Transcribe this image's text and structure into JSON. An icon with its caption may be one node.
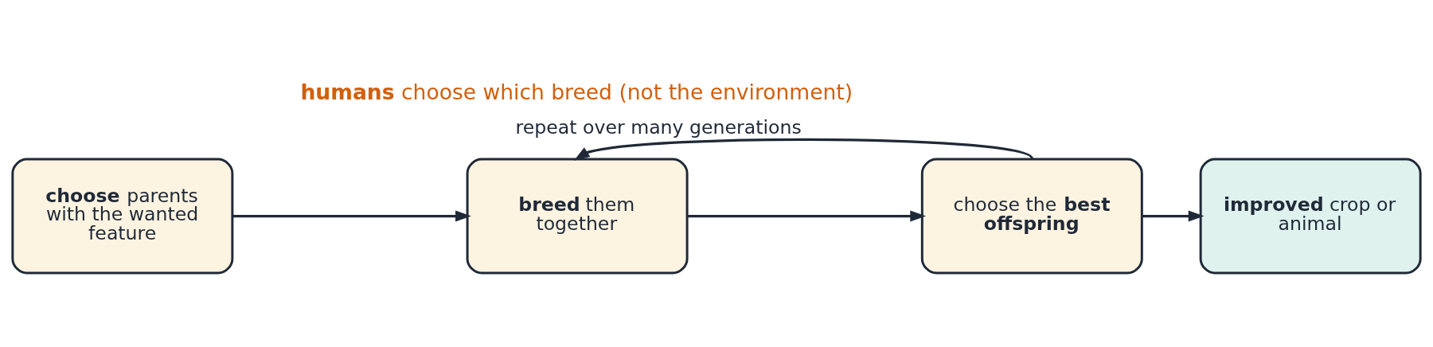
{
  "diagram": {
    "nodes": [
      {
        "text": [
          "**choose** parents with the wanted feature"
        ]
      },
      {
        "text": [
          "**breed** them together"
        ]
      },
      {
        "text": [
          "choose the **best offspring**"
        ]
      },
      {
        "text": [
          "**improved** crop or animal"
        ]
      }
    ],
    "edges": [
      {
        "from": 0,
        "to": 1,
        "arrow": "to"
      },
      {
        "from": 1,
        "to": 2,
        "arrow": "to"
      },
      {
        "from": 2,
        "to": 3,
        "arrow": "to"
      },
      {
        "from": 2,
        "to": 1,
        "arrow": "to",
        "label": "repeat over many generations"
      }
    ],
    "labels": [
      "**humans** choose which breed (not the environment)"
    ]
  }
}
